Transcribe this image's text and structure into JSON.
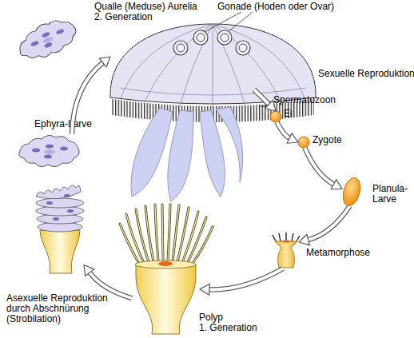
{
  "diagram": {
    "nodes": [
      {
        "text": [
          "Qualle (Meduse) Aurelia",
          "2. Generation"
        ]
      },
      {
        "text": [
          "Ei"
        ]
      },
      {
        "text": [
          "Zygote"
        ]
      },
      {
        "text": [
          "Planula- Larve"
        ]
      },
      {
        "text": [
          "Metamorphose"
        ]
      },
      {
        "text": [
          "Polyp",
          "1. Generation"
        ]
      },
      {
        "text": [
          "Asexuelle Reproduktion durch Abschnürung (Strobilation)"
        ]
      },
      {
        "text": [
          "Ephyra-Larve"
        ]
      }
    ],
    "edges": [
      {
        "from": 0,
        "to": 1,
        "arrow": "to"
      },
      {
        "from": 1,
        "to": 2,
        "arrow": "to"
      },
      {
        "from": 2,
        "to": 3,
        "arrow": "to"
      },
      {
        "from": 3,
        "to": 4,
        "arrow": "to"
      },
      {
        "from": 4,
        "to": 5,
        "arrow": "to"
      },
      {
        "from": 5,
        "to": 6,
        "arrow": "to"
      },
      {
        "from": 7,
        "to": 0,
        "arrow": "to"
      }
    ],
    "labels": [
      "Gonade (Hoden oder Ovar)",
      "Sexuelle Reproduktion",
      "Spermatozoon"
    ]
  }
}
